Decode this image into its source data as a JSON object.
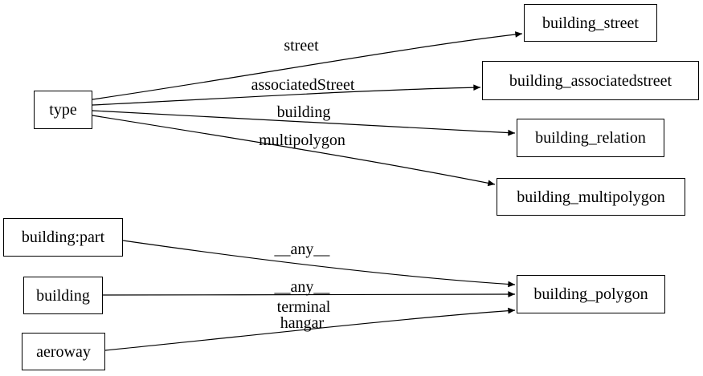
{
  "diagram": {
    "kind": "directed-graph",
    "colors": {
      "background": "#ffffff",
      "node_fill": "#ffffff",
      "node_border": "#000000",
      "edge": "#000000",
      "text": "#000000"
    },
    "nodes": [
      {
        "id": "type",
        "label": "type"
      },
      {
        "id": "building_street",
        "label": "building_street"
      },
      {
        "id": "building_associatedstreet",
        "label": "building_associatedstreet"
      },
      {
        "id": "building_relation",
        "label": "building_relation"
      },
      {
        "id": "building_multipolygon",
        "label": "building_multipolygon"
      },
      {
        "id": "building:part",
        "label": "building:part"
      },
      {
        "id": "building",
        "label": "building"
      },
      {
        "id": "aeroway",
        "label": "aeroway"
      },
      {
        "id": "building_polygon",
        "label": "building_polygon"
      }
    ],
    "edges": [
      {
        "from": "type",
        "to": "building_street",
        "label": "street"
      },
      {
        "from": "type",
        "to": "building_associatedstreet",
        "label": "associatedStreet"
      },
      {
        "from": "type",
        "to": "building_relation",
        "label": "building"
      },
      {
        "from": "type",
        "to": "building_multipolygon",
        "label": "multipolygon"
      },
      {
        "from": "building:part",
        "to": "building_polygon",
        "label": "__any__"
      },
      {
        "from": "building",
        "to": "building_polygon",
        "label": "__any__"
      },
      {
        "from": "aeroway",
        "to": "building_polygon",
        "label": "terminal"
      },
      {
        "from": "aeroway",
        "to": "building_polygon",
        "label": "hangar"
      }
    ]
  }
}
